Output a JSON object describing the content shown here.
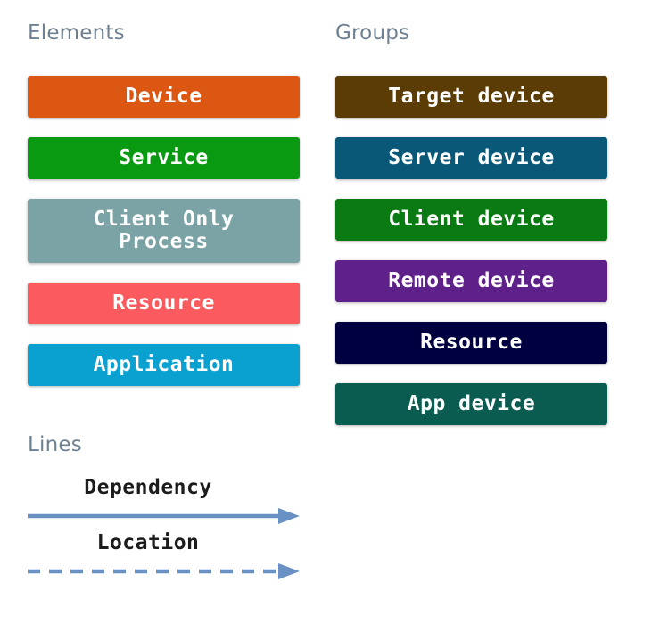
{
  "sections": {
    "elements_title": "Elements",
    "groups_title": "Groups",
    "lines_title": "Lines"
  },
  "colors": {
    "background": "#ffffff",
    "heading_text": "#6E8193",
    "box_text": "#ffffff",
    "line_label_text": "#1c1c1c",
    "arrow": "#6A91C4"
  },
  "elements": [
    {
      "label": "Device",
      "color": "#DC5712",
      "lines": 1
    },
    {
      "label": "Service",
      "color": "#0A9A12",
      "lines": 1
    },
    {
      "label": "Client Only\nProcess",
      "color": "#7BA3A5",
      "lines": 2
    },
    {
      "label": "Resource",
      "color": "#FB5A5E",
      "lines": 1
    },
    {
      "label": "Application",
      "color": "#0AA0D0",
      "lines": 1
    }
  ],
  "groups": [
    {
      "label": "Target device",
      "color": "#5A3C04",
      "lines": 1
    },
    {
      "label": "Server device",
      "color": "#0A5878",
      "lines": 1
    },
    {
      "label": "Client device",
      "color": "#0A7A13",
      "lines": 1
    },
    {
      "label": "Remote device",
      "color": "#5E2089",
      "lines": 1
    },
    {
      "label": "Resource",
      "color": "#000040",
      "lines": 1
    },
    {
      "label": "App device",
      "color": "#0A5B50",
      "lines": 1
    }
  ],
  "lines": [
    {
      "label": "Dependency",
      "style": "solid",
      "color": "#6A91C4"
    },
    {
      "label": "Location",
      "style": "dashed",
      "color": "#6A91C4"
    }
  ]
}
